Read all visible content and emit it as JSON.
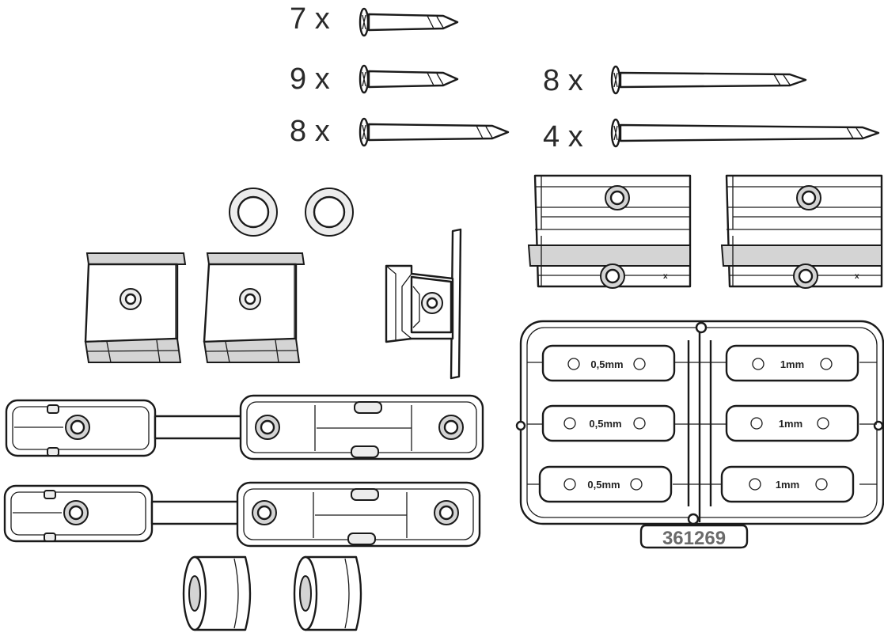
{
  "screws": [
    {
      "label": "7 x"
    },
    {
      "label": "9 x"
    },
    {
      "label": "8 x"
    },
    {
      "label": "8 x"
    },
    {
      "label": "4 x"
    }
  ],
  "spacers": {
    "left": [
      "0,5mm",
      "0,5mm",
      "0,5mm"
    ],
    "right": [
      "1mm",
      "1mm",
      "1mm"
    ]
  },
  "part_number": "361269",
  "bracket_mark": "x"
}
